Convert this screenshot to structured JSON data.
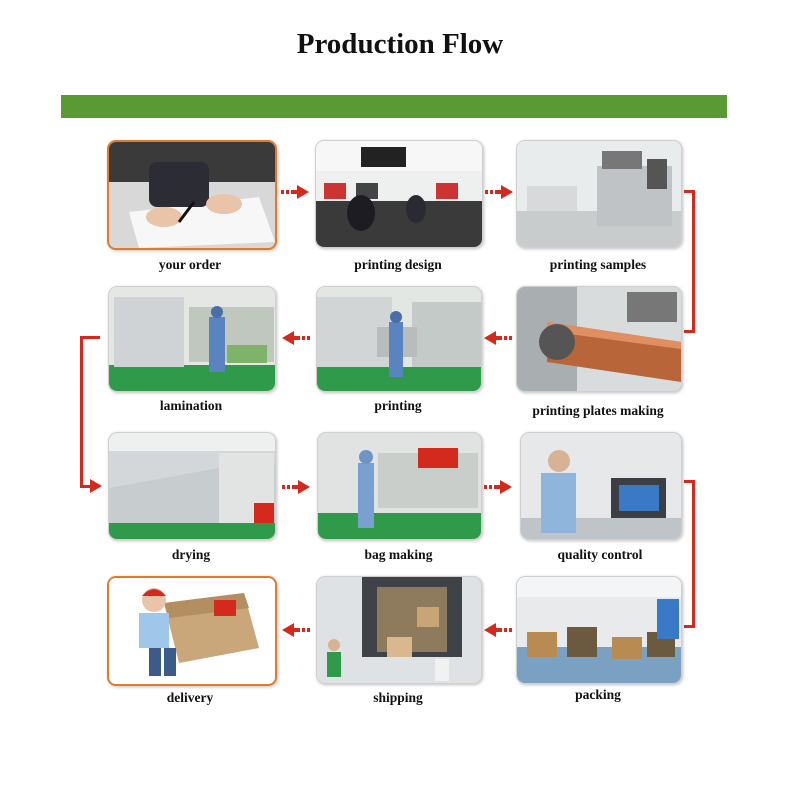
{
  "title": "Production Flow",
  "colors": {
    "accent_bar": "#5a9a35",
    "arrow": "#d42a1e",
    "highlight_border": "#e07b2e"
  },
  "steps": [
    {
      "label": "your order",
      "icon": "signing-order-photo",
      "highlighted": true
    },
    {
      "label": "printing design",
      "icon": "design-office-photo",
      "highlighted": false
    },
    {
      "label": "printing samples",
      "icon": "sample-printer-photo",
      "highlighted": false
    },
    {
      "label": "printing plates making",
      "icon": "copper-plate-photo",
      "highlighted": false
    },
    {
      "label": "printing",
      "icon": "printing-machine-photo",
      "highlighted": false
    },
    {
      "label": "lamination",
      "icon": "lamination-machine-photo",
      "highlighted": false
    },
    {
      "label": "drying",
      "icon": "drying-oven-photo",
      "highlighted": false
    },
    {
      "label": "bag making",
      "icon": "bag-making-machine-photo",
      "highlighted": false
    },
    {
      "label": "quality control",
      "icon": "lab-testing-photo",
      "highlighted": false
    },
    {
      "label": "packing",
      "icon": "warehouse-pallets-photo",
      "highlighted": false
    },
    {
      "label": "shipping",
      "icon": "truck-loading-photo",
      "highlighted": false
    },
    {
      "label": "delivery",
      "icon": "courier-box-photo",
      "highlighted": true
    }
  ]
}
